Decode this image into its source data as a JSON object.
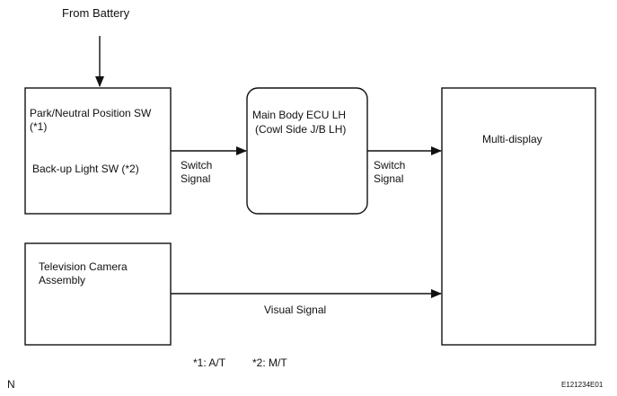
{
  "source_label": "From Battery",
  "blocks": {
    "switch_block": {
      "line1": "Park/Neutral Position SW",
      "line2": "(*1)",
      "line3": "Back-up Light SW (*2)"
    },
    "ecu": {
      "line1": "Main Body ECU LH",
      "line2": "(Cowl Side J/B LH)"
    },
    "display": {
      "line1": "Multi-display"
    },
    "camera": {
      "line1": "Television Camera",
      "line2": "Assembly"
    }
  },
  "signals": {
    "switch_to_ecu": {
      "line1": "Switch",
      "line2": "Signal"
    },
    "ecu_to_display": {
      "line1": "Switch",
      "line2": "Signal"
    },
    "camera_to_display": "Visual Signal"
  },
  "notes": {
    "note1": "*1: A/T",
    "note2": "*2: M/T"
  },
  "corner_left": "N",
  "figure_code": "E121234E01",
  "colors": {
    "line": "#111111",
    "background": "#ffffff"
  }
}
